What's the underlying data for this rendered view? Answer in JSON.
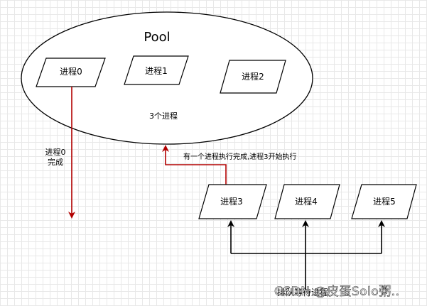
{
  "pool": {
    "title": "Pool",
    "caption": "3个进程",
    "processes": [
      "进程0",
      "进程1",
      "进程2"
    ]
  },
  "queue": {
    "processes": [
      "进程3",
      "进程4",
      "进程5"
    ],
    "label": "排队等待进程"
  },
  "annotations": {
    "done_line1": "进程0",
    "done_line2": "完成",
    "start_note": "有一个进程执行完成,进程3开始执行"
  },
  "watermark": "CSDN @皮蛋Solo粥..",
  "colors": {
    "arrow_red": "#b20000",
    "line_black": "#000000"
  }
}
